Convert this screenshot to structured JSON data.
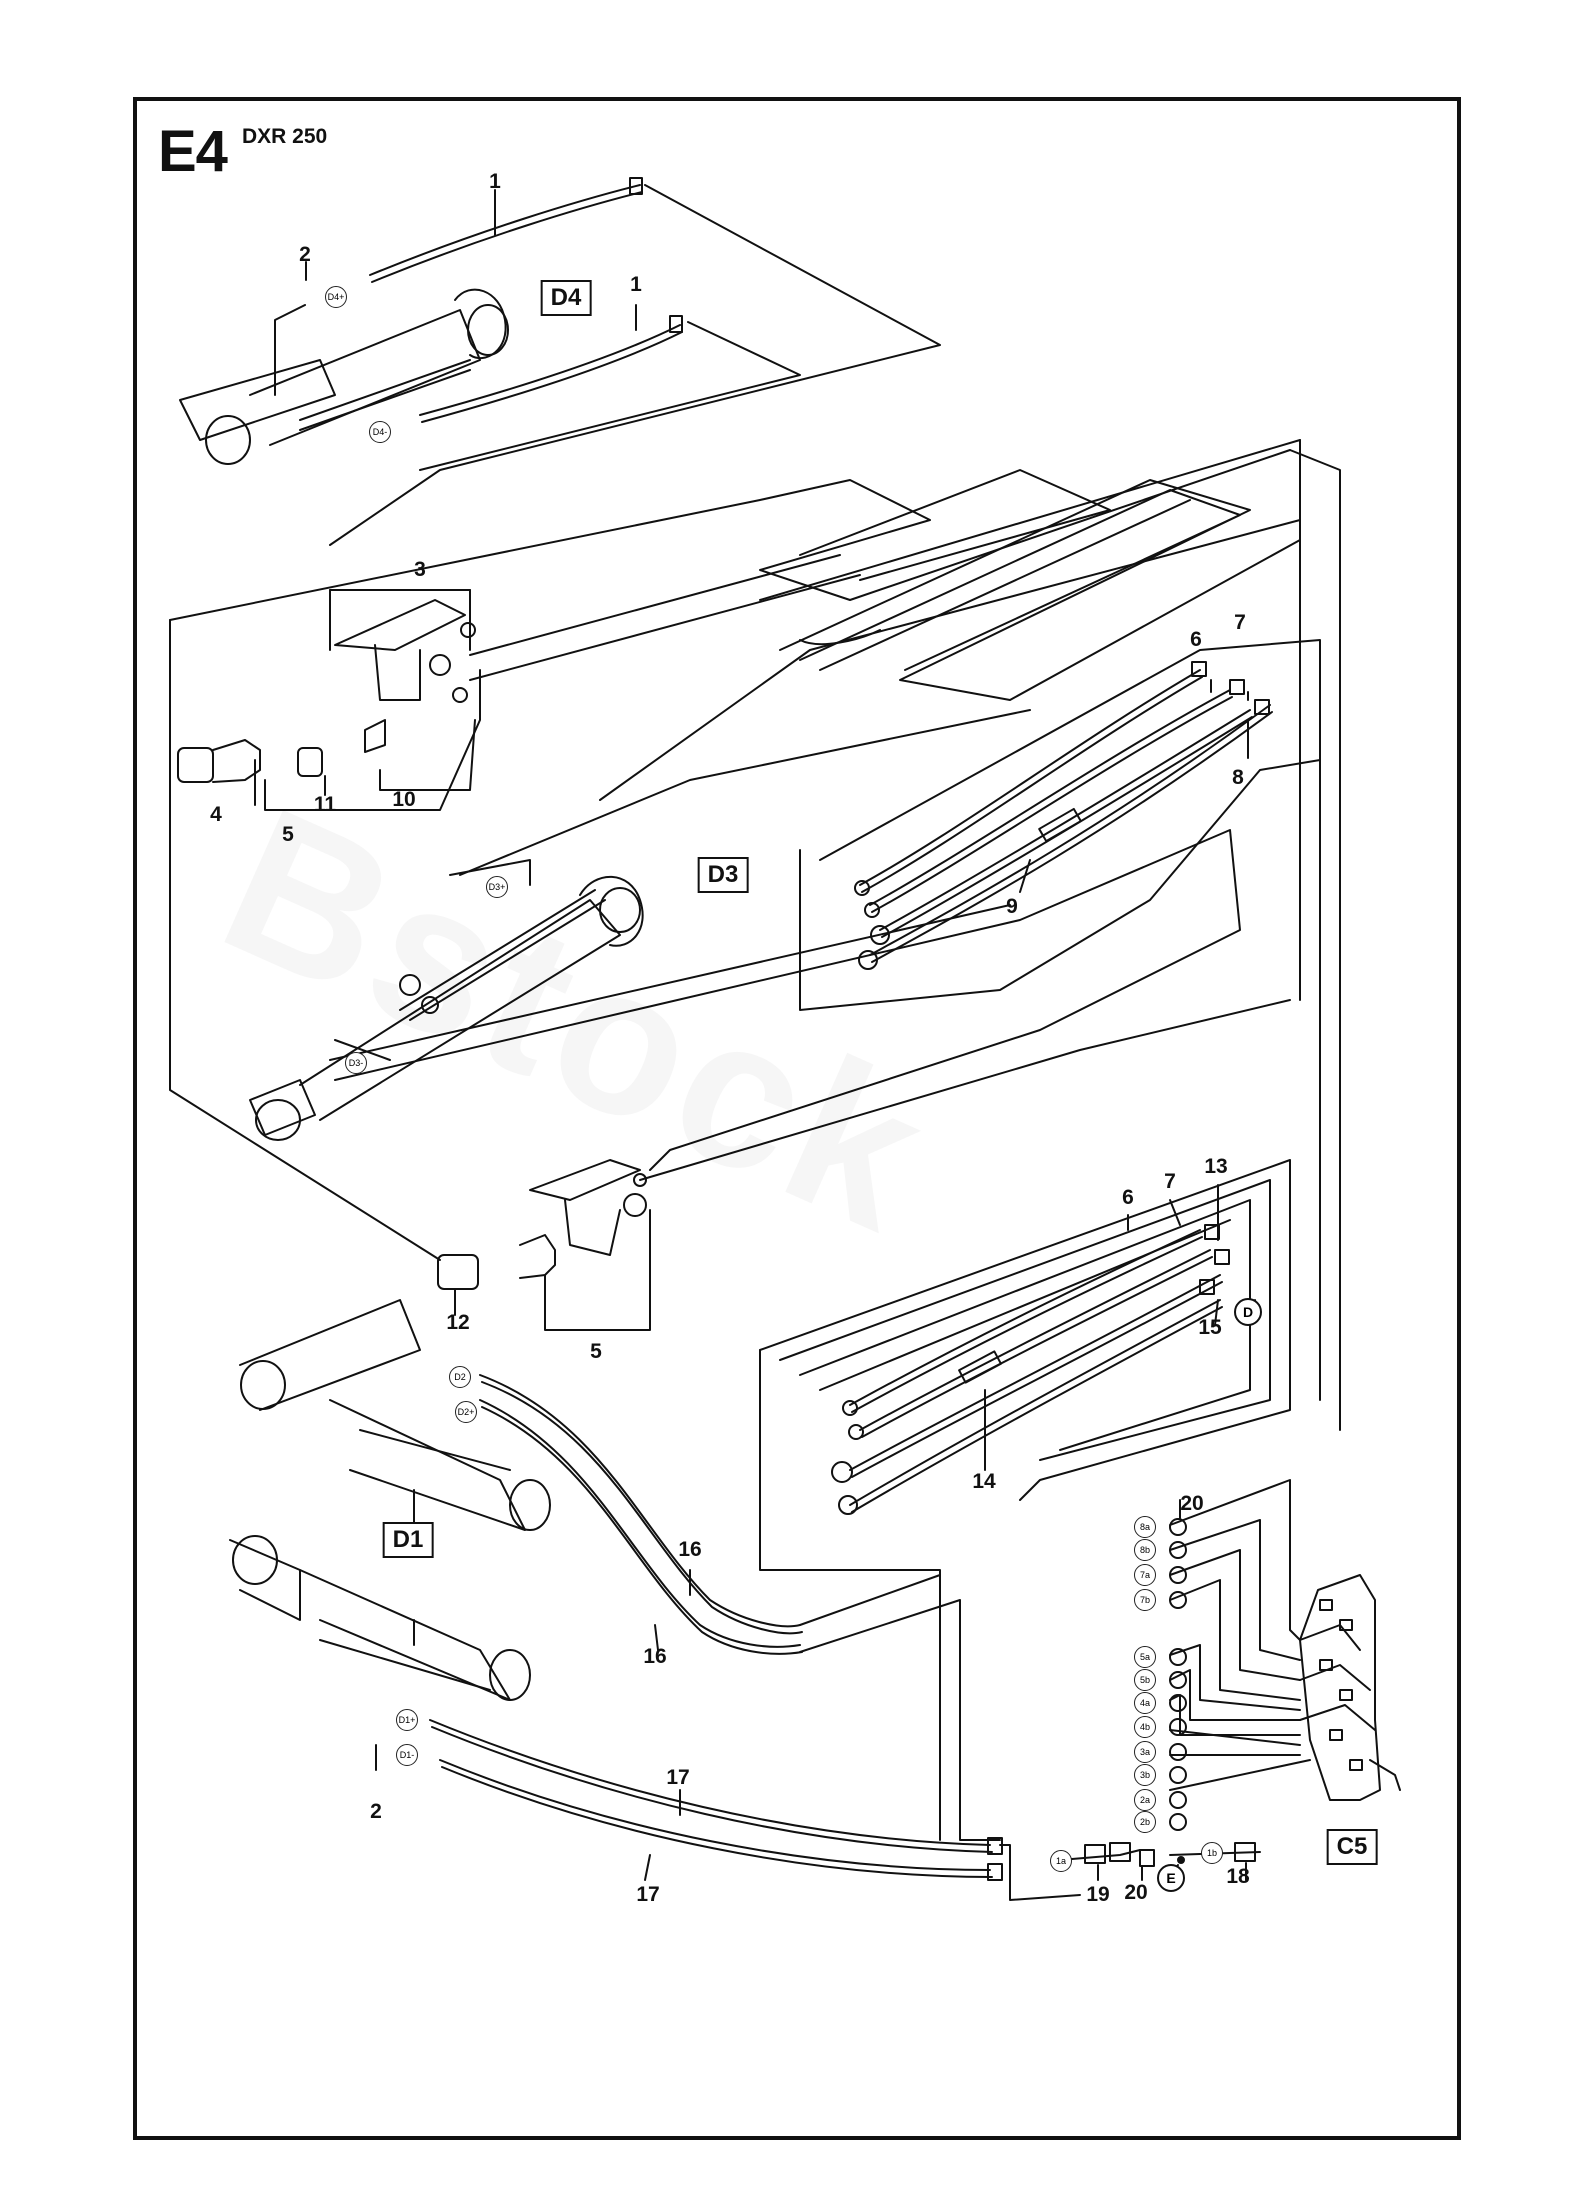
{
  "header": {
    "page_code": "E4",
    "model": "DXR 250"
  },
  "watermark": "Bstock",
  "part_callouts": [
    {
      "label": "1",
      "key": "p1a"
    },
    {
      "label": "1",
      "key": "p1b"
    },
    {
      "label": "2",
      "key": "p2a"
    },
    {
      "label": "3",
      "key": "p3"
    },
    {
      "label": "4",
      "key": "p4"
    },
    {
      "label": "5",
      "key": "p5a"
    },
    {
      "label": "11",
      "key": "p11"
    },
    {
      "label": "10",
      "key": "p10"
    },
    {
      "label": "6",
      "key": "p6a"
    },
    {
      "label": "7",
      "key": "p7a"
    },
    {
      "label": "8",
      "key": "p8"
    },
    {
      "label": "9",
      "key": "p9"
    },
    {
      "label": "12",
      "key": "p12"
    },
    {
      "label": "5",
      "key": "p5b"
    },
    {
      "label": "6",
      "key": "p6b"
    },
    {
      "label": "7",
      "key": "p7b"
    },
    {
      "label": "13",
      "key": "p13"
    },
    {
      "label": "15",
      "key": "p15"
    },
    {
      "label": "14",
      "key": "p14"
    },
    {
      "label": "16",
      "key": "p16a"
    },
    {
      "label": "16",
      "key": "p16b"
    },
    {
      "label": "17",
      "key": "p17a"
    },
    {
      "label": "17",
      "key": "p17b"
    },
    {
      "label": "2",
      "key": "p2b"
    },
    {
      "label": "20",
      "key": "p20a"
    },
    {
      "label": "19",
      "key": "p19"
    },
    {
      "label": "20",
      "key": "p20b"
    },
    {
      "label": "18",
      "key": "p18"
    }
  ],
  "reference_boxes": [
    "D4",
    "D3",
    "D1",
    "C5"
  ],
  "reference_circles": [
    "D",
    "E"
  ],
  "port_tags": {
    "d4_top": "D4+",
    "d4_bottom": "D4-",
    "d3_top": "D3+",
    "d3_bottom": "D3-",
    "d2_a": "D2",
    "d2_b": "D2+",
    "d1_a": "D1+",
    "d1_b": "D1-",
    "c5": [
      "8a",
      "8b",
      "7a",
      "7b",
      "5a",
      "5b",
      "4a",
      "4b",
      "3a",
      "3b",
      "2a",
      "2b"
    ],
    "c5_bottom": [
      "1a",
      "1b"
    ]
  },
  "colors": {
    "line": "#111111",
    "background": "#ffffff"
  }
}
